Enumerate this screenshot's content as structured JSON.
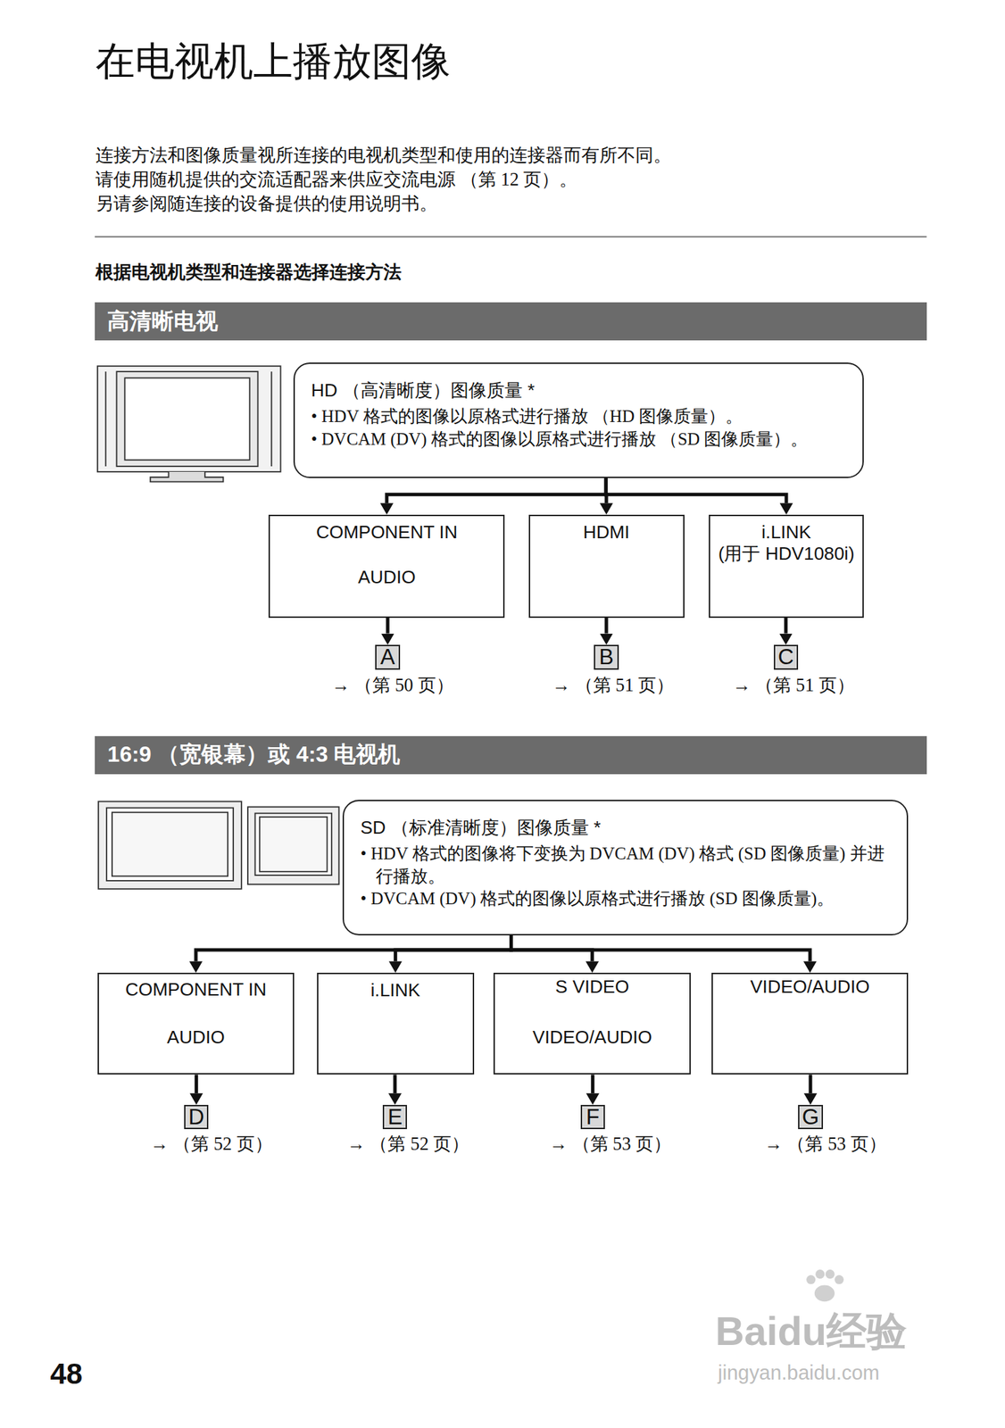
{
  "diagram": {
    "title": "在电视机上播放图像",
    "nodes": [
      {
        "text": [
          "高清晰电视"
        ]
      },
      {
        "text": [
          "HD （高清晰度）图像质量 *",
          "• HDV 格式的图像以原格式进行播放 （HD 图像质量）。",
          "• DVCAM (DV) 格式的图像以原格式进行播放 （SD 图像质量）。"
        ]
      },
      {
        "text": [
          "COMPONENT IN",
          "AUDIO"
        ]
      },
      {
        "text": [
          "HDMI"
        ]
      },
      {
        "text": [
          "i.LINK",
          "(用于 HDV1080i)"
        ]
      },
      {
        "text": [
          "A"
        ]
      },
      {
        "text": [
          "B"
        ]
      },
      {
        "text": [
          "C"
        ]
      },
      {
        "text": [
          "16:9 （宽银幕）或 4:3 电视机"
        ]
      },
      {
        "text": [
          "SD （标准清晰度）图像质量 *",
          "• HDV 格式的图像将下变换为 DVCAM (DV) 格式 (SD 图像质量) 并进行播放。",
          "• DVCAM (DV) 格式的图像以原格式进行播放 (SD 图像质量)。"
        ]
      },
      {
        "text": [
          "COMPONENT IN",
          "AUDIO"
        ]
      },
      {
        "text": [
          "i.LINK"
        ]
      },
      {
        "text": [
          "S VIDEO",
          "VIDEO/AUDIO"
        ]
      },
      {
        "text": [
          "VIDEO/AUDIO"
        ]
      },
      {
        "text": [
          "D"
        ]
      },
      {
        "text": [
          "E"
        ]
      },
      {
        "text": [
          "F"
        ]
      },
      {
        "text": [
          "G"
        ]
      }
    ],
    "edges": [
      {
        "from": 1,
        "to": 2,
        "arrow": "to"
      },
      {
        "from": 1,
        "to": 3,
        "arrow": "to"
      },
      {
        "from": 1,
        "to": 4,
        "arrow": "to"
      },
      {
        "from": 2,
        "to": 5,
        "arrow": "to"
      },
      {
        "from": 3,
        "to": 6,
        "arrow": "to"
      },
      {
        "from": 4,
        "to": 7,
        "arrow": "to"
      },
      {
        "from": 9,
        "to": 10,
        "arrow": "to"
      },
      {
        "from": 9,
        "to": 11,
        "arrow": "to"
      },
      {
        "from": 9,
        "to": 12,
        "arrow": "to"
      },
      {
        "from": 9,
        "to": 13,
        "arrow": "to"
      },
      {
        "from": 10,
        "to": 14,
        "arrow": "to"
      },
      {
        "from": 11,
        "to": 15,
        "arrow": "to"
      },
      {
        "from": 12,
        "to": 16,
        "arrow": "to"
      },
      {
        "from": 13,
        "to": 17,
        "arrow": "to"
      }
    ],
    "labels": [
      "连接方法和图像质量视所连接的电视机类型和使用的连接器而有所不同。",
      "请使用随机提供的交流适配器来供应交流电源 （第 12 页）。",
      "另请参阅随连接的设备提供的使用说明书。",
      "根据电视机类型和连接器选择连接方法",
      "→ （第 50 页）",
      "→ （第 51 页）",
      "→ （第 51 页）",
      "→ （第 52 页）",
      "→ （第 52 页）",
      "→ （第 53 页）",
      "→ （第 53 页）",
      "48",
      "Baidu经验",
      "jingyan.baidu.com"
    ]
  }
}
